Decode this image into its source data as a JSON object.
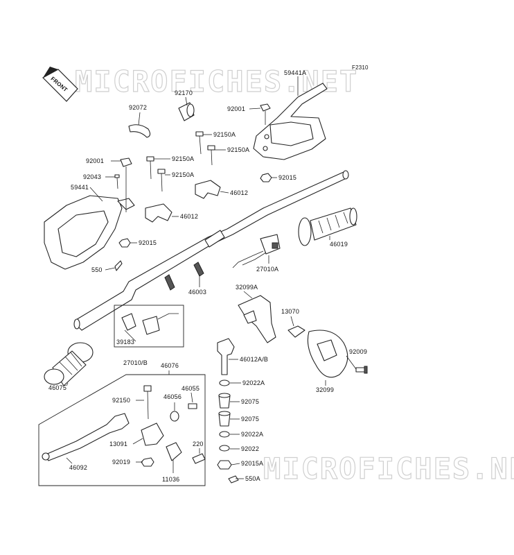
{
  "diagram_code": "F2310",
  "watermark": "MICROFICHES.NET",
  "front_label": "FRONT",
  "parts": {
    "p59441A": "59441A",
    "p92170": "92170",
    "p92072": "92072",
    "p92001_top": "92001",
    "p92150A_1": "92150A",
    "p92150A_2": "92150A",
    "p92150A_3": "92150A",
    "p92150A_4": "92150A",
    "p92001_left": "92001",
    "p92043": "92043",
    "p59441": "59441",
    "p46012_1": "46012",
    "p46012_2": "46012",
    "p92015_top": "92015",
    "p92015_left": "92015",
    "p46019": "46019",
    "p550": "550",
    "p27010A": "27010A",
    "p46003": "46003",
    "p32099A": "32099A",
    "p13070": "13070",
    "p39183": "39183",
    "p27010B": "27010/B",
    "p46012AB": "46012A/B",
    "p92009": "92009",
    "p46076": "46076",
    "p46075": "46075",
    "p32099": "32099",
    "p92022A_1": "92022A",
    "p46055": "46055",
    "p92150": "92150",
    "p46056": "46056",
    "p92075_1": "92075",
    "p92075_2": "92075",
    "p92022A_2": "92022A",
    "p13091": "13091",
    "p220": "220",
    "p92022": "92022",
    "p46092": "46092",
    "p92019": "92019",
    "p92015A": "92015A",
    "p11036": "11036",
    "p550A": "550A"
  }
}
